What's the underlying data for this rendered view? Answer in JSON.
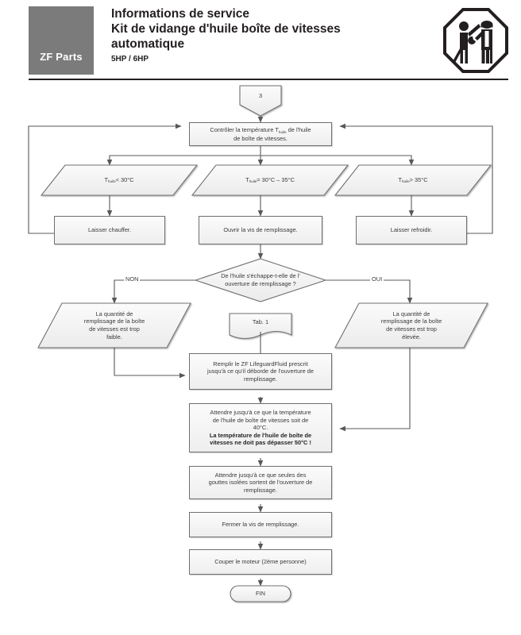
{
  "header": {
    "logo_label": "ZF Parts",
    "title_line1": "Informations de service",
    "title_line2": "Kit de vidange d'huile boîte de vitesses",
    "title_line3": "automatique",
    "subtitle": "5HP / 6HP",
    "icon_name": "workshop-personnel-octagon-icon"
  },
  "flow": {
    "connector_start": "3",
    "n_check_temp_a": "Contrôler la température T",
    "n_check_temp_sub": "huile",
    "n_check_temp_b": " de l'huile",
    "n_check_temp_c": "de boîte de vitesses.",
    "cond_low_pre": "T",
    "cond_low_sub": "huile",
    "cond_low_post": "< 30°C",
    "cond_mid_pre": "T",
    "cond_mid_sub": "huile",
    "cond_mid_post": "= 30°C – 35°C",
    "cond_high_pre": "T",
    "cond_high_sub": "huile",
    "cond_high_post": "> 35°C",
    "act_heat": "Laisser chauffer.",
    "act_open": "Ouvrir la vis de remplissage.",
    "act_cool": "Laisser refroidir.",
    "decision_l1": "De l'huile s'échappe-t-elle de l'",
    "decision_l2": "ouverture de remplissage ?",
    "label_no": "NON",
    "label_yes": "OUI",
    "result_low_l1": "La quantité de",
    "result_low_l2": "remplissage de la boîte",
    "result_low_l3": "de vitesses est trop",
    "result_low_l4": "faible.",
    "result_high_l1": "La quantité de",
    "result_high_l2": "remplissage de la boîte",
    "result_high_l3": "de vitesses est trop",
    "result_high_l4": "élevée.",
    "doc_tab": "Tab. 1",
    "act_fill_l1": "Remplir le ZF LifeguardFluid  prescrit",
    "act_fill_l2": "jusqu'à ce qu'il déborde de l'ouverture de",
    "act_fill_l3": "remplissage.",
    "act_wait40_l1": "Attendre jusqu'à ce que la température",
    "act_wait40_l2": "de l'huile de boîte de vitesses soit de",
    "act_wait40_l3": "40°C.",
    "act_wait40_bold1": "La température de l'huile de boîte de",
    "act_wait40_bold2": "vitesses ne doit pas dépasser 50°C !",
    "act_wait_drops_l1": "Attendre jusqu'à ce que seules des",
    "act_wait_drops_l2": "gouttes isolées sortent de l'ouverture de",
    "act_wait_drops_l3": "remplissage.",
    "act_close": "Fermer la vis de remplissage.",
    "act_stop_engine": "Couper le moteur (2ème personne)",
    "end": "FIN"
  },
  "colors": {
    "logo_bg": "#7b7b7b",
    "ink": "#231f20",
    "node_border": "#6f6f6f",
    "node_fill": "#f4f4f4",
    "line": "#585858"
  }
}
